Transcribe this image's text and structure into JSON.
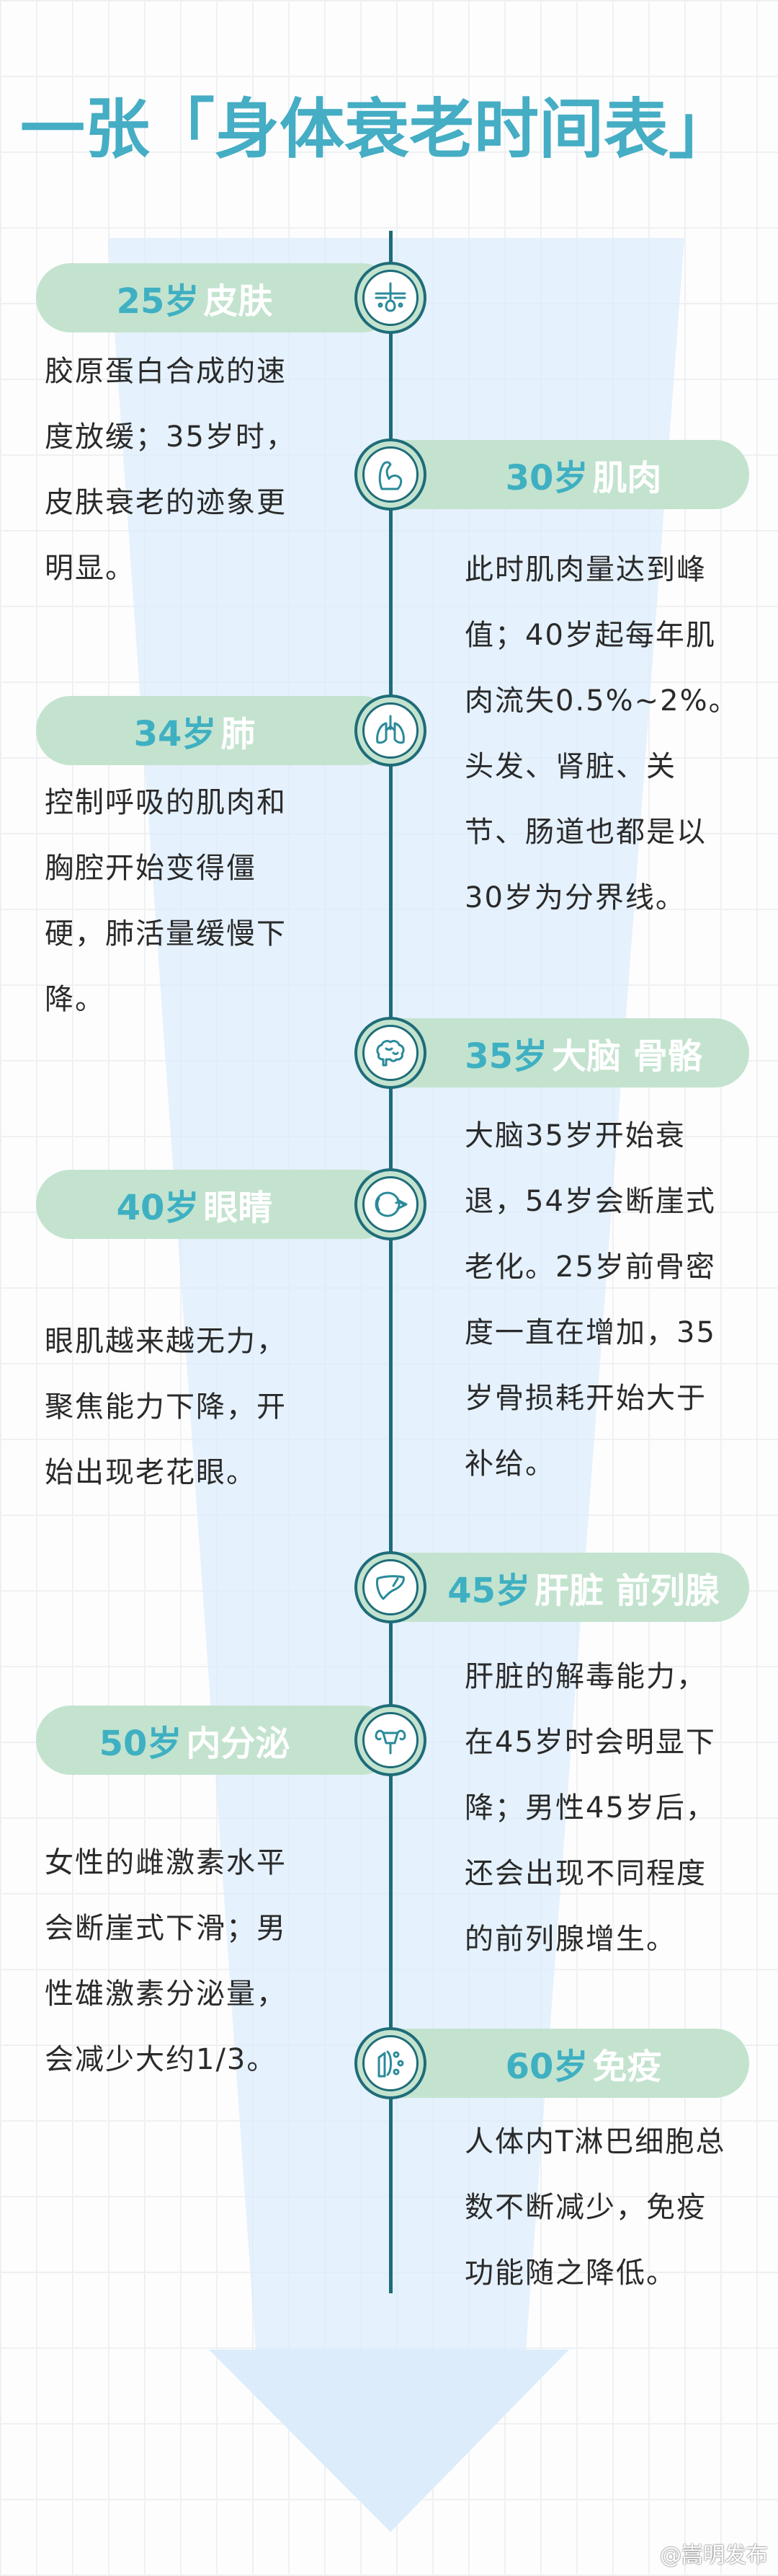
{
  "title": "一张「身体衰老时间表」",
  "colors": {
    "title": "#45adc4",
    "pill": "#c3e3cf",
    "age_text": "#3fb0c2",
    "timeline": "#1f6c79",
    "arrow": "#dcecfb"
  },
  "items": [
    {
      "age": "25岁",
      "organ": "皮肤",
      "icon": "skin-hair-follicle-icon",
      "lines": [
        "胶原蛋白合成的速",
        "度放缓；35岁时，",
        "皮肤衰老的迹象更",
        "明显。"
      ]
    },
    {
      "age": "30岁",
      "organ": "肌肉",
      "icon": "flexed-arm-icon",
      "lines": [
        "此时肌肉量达到峰",
        "值；40岁起每年肌",
        "肉流失0.5%~2%。",
        "头发、肾脏、关",
        "节、肠道也都是以",
        "30岁为分界线。"
      ]
    },
    {
      "age": "34岁",
      "organ": "肺",
      "icon": "lungs-icon",
      "lines": [
        "控制呼吸的肌肉和",
        "胸腔开始变得僵",
        "硬，肺活量缓慢下",
        "降。"
      ]
    },
    {
      "age": "35岁",
      "organ": "大脑 骨骼",
      "icon": "brain-icon",
      "lines": [
        "大脑35岁开始衰",
        "退，54岁会断崖式",
        "老化。25岁前骨密",
        "度一直在增加，35",
        "岁骨损耗开始大于",
        "补给。"
      ]
    },
    {
      "age": "40岁",
      "organ": "眼睛",
      "icon": "eye-icon",
      "lines": [
        "眼肌越来越无力，",
        "聚焦能力下降，开",
        "始出现老花眼。"
      ]
    },
    {
      "age": "45岁",
      "organ": "肝脏 前列腺",
      "icon": "liver-icon",
      "lines": [
        "肝脏的解毒能力，",
        "在45岁时会明显下",
        "降；男性45岁后，",
        "还会出现不同程度",
        "的前列腺增生。"
      ]
    },
    {
      "age": "50岁",
      "organ": "内分泌",
      "icon": "uterus-icon",
      "lines": [
        "女性的雌激素水平",
        "会断崖式下滑；男",
        "性雄激素分泌量，",
        "会减少大约1/3。"
      ]
    },
    {
      "age": "60岁",
      "organ": "免疫",
      "icon": "immune-cells-icon",
      "lines": [
        "人体内T淋巴细胞总",
        "数不断减少，免疫",
        "功能随之降低。"
      ]
    }
  ],
  "watermark": "@嵩明发布"
}
